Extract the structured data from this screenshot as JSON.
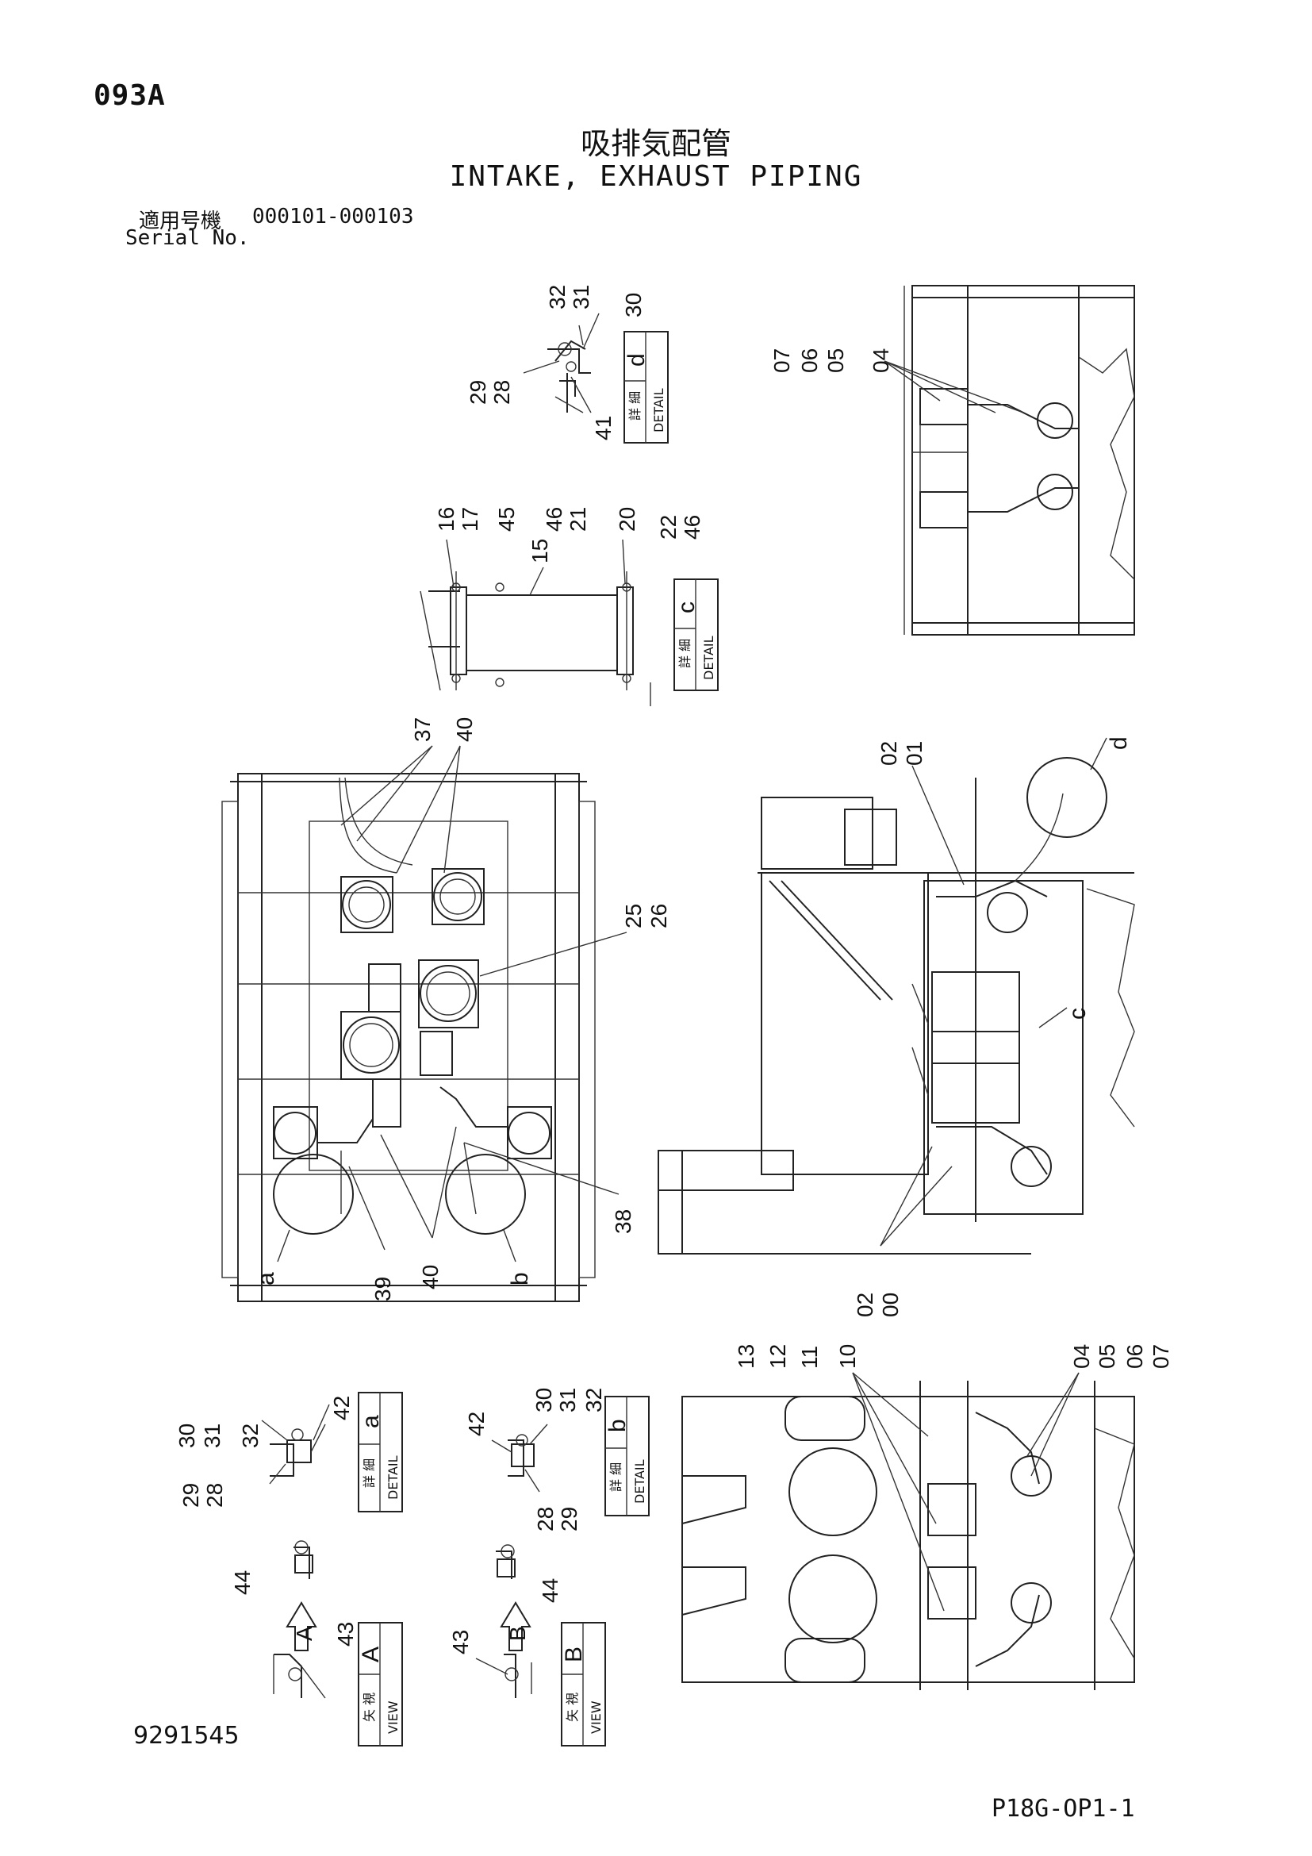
{
  "header": {
    "page_code": "093A",
    "title_jp": "吸排気配管",
    "title_en": "INTAKE, EXHAUST PIPING",
    "serial_label_jp": "適用号機",
    "serial_range": "000101-000103",
    "serial_label_en": "Serial No."
  },
  "footer": {
    "doc_number": "9291545",
    "sheet_code": "P18G-OP1-1"
  },
  "detail_boxes": [
    {
      "id": "d",
      "jp": "詳 細",
      "en": "DETAIL",
      "letter": "d"
    },
    {
      "id": "c",
      "jp": "詳 細",
      "en": "DETAIL",
      "letter": "c"
    },
    {
      "id": "a",
      "jp": "詳 細",
      "en": "DETAIL",
      "letter": "a"
    },
    {
      "id": "b",
      "jp": "詳 細",
      "en": "DETAIL",
      "letter": "b"
    },
    {
      "id": "viewA",
      "jp": "矢 視",
      "en": "VIEW",
      "letter": "A"
    },
    {
      "id": "viewB",
      "jp": "矢 視",
      "en": "VIEW",
      "letter": "B"
    }
  ],
  "callouts": {
    "detail_d": [
      "32",
      "31",
      "30",
      "29",
      "28",
      "41"
    ],
    "detail_c": [
      "16",
      "17",
      "45",
      "15",
      "46",
      "21",
      "20",
      "22",
      "46"
    ],
    "top_right": [
      "07",
      "06",
      "05",
      "04"
    ],
    "plan_view": [
      "37",
      "40",
      "25",
      "26",
      "38",
      "40",
      "39"
    ],
    "side_view": [
      "02",
      "01",
      "d",
      "c",
      "02",
      "00"
    ],
    "circle_tags": [
      "a",
      "b"
    ],
    "detail_a": [
      "30",
      "31",
      "32",
      "42",
      "29",
      "28"
    ],
    "detail_b": [
      "42",
      "30",
      "31",
      "32",
      "28",
      "29"
    ],
    "view_a": [
      "44",
      "43"
    ],
    "view_b": [
      "44",
      "43"
    ],
    "arrows": [
      "A",
      "B"
    ],
    "bottom_right_left": [
      "13",
      "12",
      "11",
      "10"
    ],
    "bottom_right_right": [
      "04",
      "05",
      "06",
      "07"
    ]
  }
}
